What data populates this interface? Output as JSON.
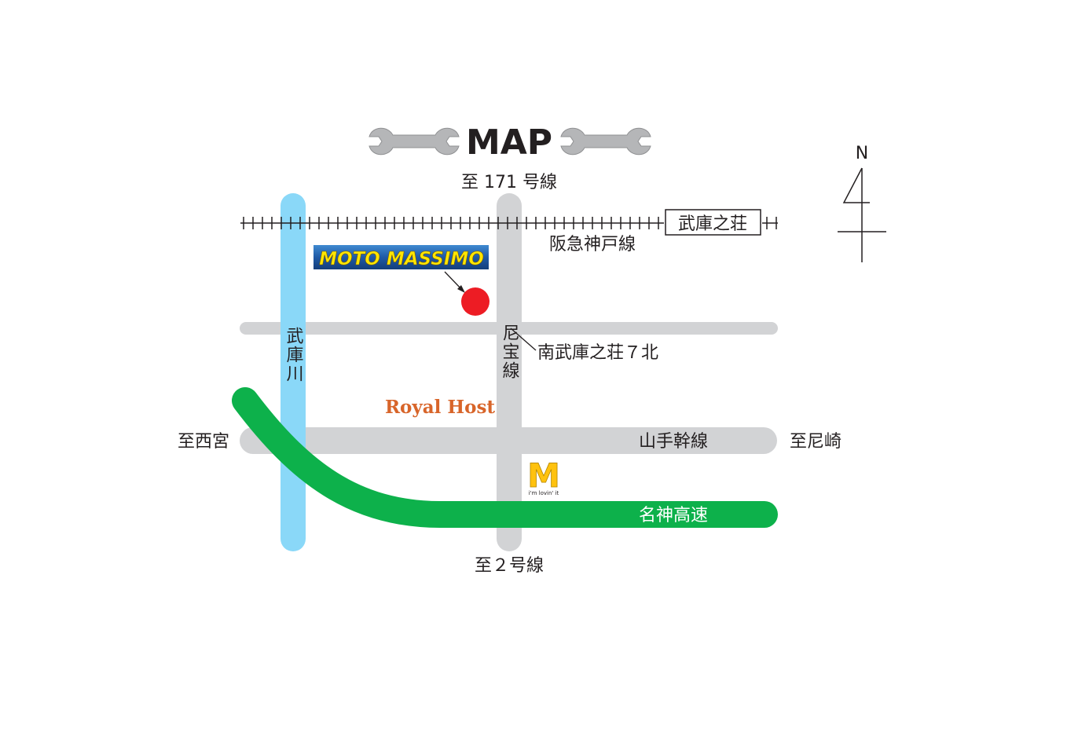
{
  "map": {
    "title": "MAP",
    "north_label": "N",
    "labels": {
      "to_route171": "至 171 号線",
      "to_route2": "至２号線",
      "to_nishinomiya": "至西宮",
      "to_amagasaki": "至尼崎",
      "station": "武庫之荘",
      "railway": "阪急神戸線",
      "intersection": "南武庫之荘７北",
      "river": "武庫川",
      "amahou_line": "尼宝線",
      "yamate_line": "山手幹線",
      "meishin": "名神高速"
    },
    "landmarks": {
      "shop_banner": "MOTO MASSIMO",
      "restaurant": "Royal Host",
      "mcd_logo": "M",
      "mcd_slogan": "i'm lovin' it"
    },
    "colors": {
      "road": "#d2d3d5",
      "river": "#8ad8f8",
      "highway": "#0db14b",
      "shop_marker": "#ed1c24",
      "banner_blue": "#1f5aa6",
      "banner_text": "#ffe600",
      "royal_host": "#d8652a",
      "mcd_yellow": "#ffc20e",
      "wrench": "#b5b6b8"
    },
    "icons": [
      "wrench-icon",
      "shop-location-marker",
      "mcdonalds-logo",
      "north-arrow-icon"
    ]
  }
}
